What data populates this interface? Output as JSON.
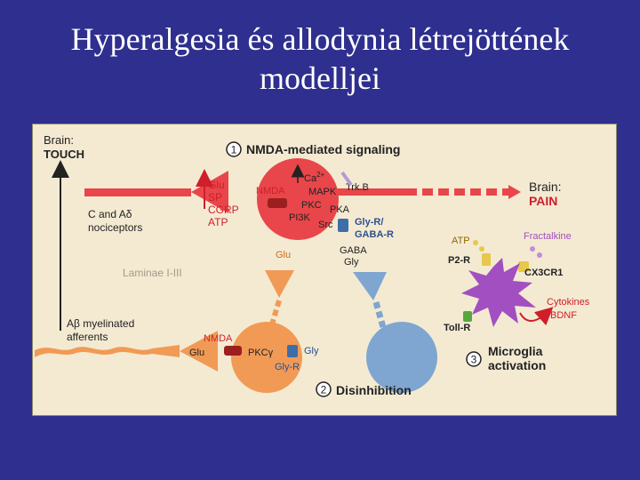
{
  "slide": {
    "title_line1": "Hyperalgesia és allodynia létrejöttének",
    "title_line2": "modelljei"
  },
  "diagram": {
    "brain_touch": [
      "Brain:",
      "TOUCH"
    ],
    "brain_pain": [
      "Brain:",
      "PAIN"
    ],
    "step1": {
      "num": "1",
      "label": "NMDA-mediated signaling"
    },
    "step2": {
      "num": "2",
      "label": "Disinhibition"
    },
    "step3": {
      "num": "3",
      "label_line1": "Microglia",
      "label_line2": "activation"
    },
    "c_fibers": [
      "C and Aδ",
      "nociceptors"
    ],
    "transmitters": [
      "Glu",
      "SP",
      "CGRP",
      "ATP"
    ],
    "ab_fibers": [
      "Aβ myelinated",
      "afferents"
    ],
    "laminae": "Laminae I-III",
    "neuron1": {
      "ca": "Ca",
      "ca_sup": "2+",
      "nmda": "NMDA",
      "trkb": "Trk.B",
      "kinases": [
        "MAPK",
        "PKC",
        "PKA",
        "PI3K",
        "Src"
      ]
    },
    "gly_gaba_r": [
      "Gly-R/",
      "GABA-R"
    ],
    "glu_mid": "Glu",
    "gaba_gly": [
      "GABA",
      "Gly"
    ],
    "neuron2": {
      "nmda": "NMDA",
      "glu": "Glu",
      "pkc": "PKCγ",
      "gly": "Gly",
      "gly_r": "Gly-R"
    },
    "microglia": {
      "atp": "ATP",
      "p2r": "P2-R",
      "fractalkine": "Fractalkine",
      "cx3cr1": "CX3CR1",
      "cytokines": [
        "Cytokines",
        "BDNF"
      ],
      "tollr": "Toll-R"
    }
  },
  "colors": {
    "background": "#2f2f8f",
    "panel": "#f4ead2",
    "red": "#e8464a",
    "dark_red": "#d01e2a",
    "orange": "#f19a55",
    "blue": "#7ea6d0",
    "purple": "#a24fc2",
    "green": "#56a83c",
    "yellow": "#e6c84a"
  },
  "icons": [
    "arrow-up-icon",
    "arrow-right-icon",
    "dashed-arrow-icon",
    "curved-arrow-icon"
  ]
}
